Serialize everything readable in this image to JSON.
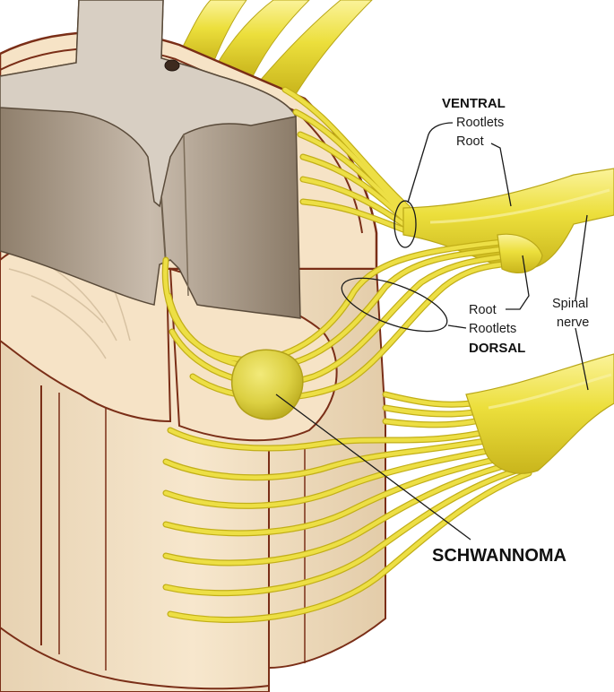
{
  "labels": {
    "ventral": "VENTRAL",
    "ventral_rootlets": "Rootlets",
    "ventral_root": "Root",
    "dorsal_root": "Root",
    "dorsal_rootlets": "Rootlets",
    "dorsal": "DORSAL",
    "spinal_line1": "Spinal",
    "spinal_line2": "nerve",
    "tumor": "SCHWANNOMA"
  },
  "colors": {
    "nerve": "#e9dc3a",
    "nerve_dark": "#c4b21a",
    "nerve_light": "#f6ee86",
    "gray_matter_light": "#d8cfc3",
    "gray_matter_dark": "#8f7f6c",
    "white_matter": "#f6e3c6",
    "outline": "#7a2e17",
    "tumor": "#ddd148"
  }
}
